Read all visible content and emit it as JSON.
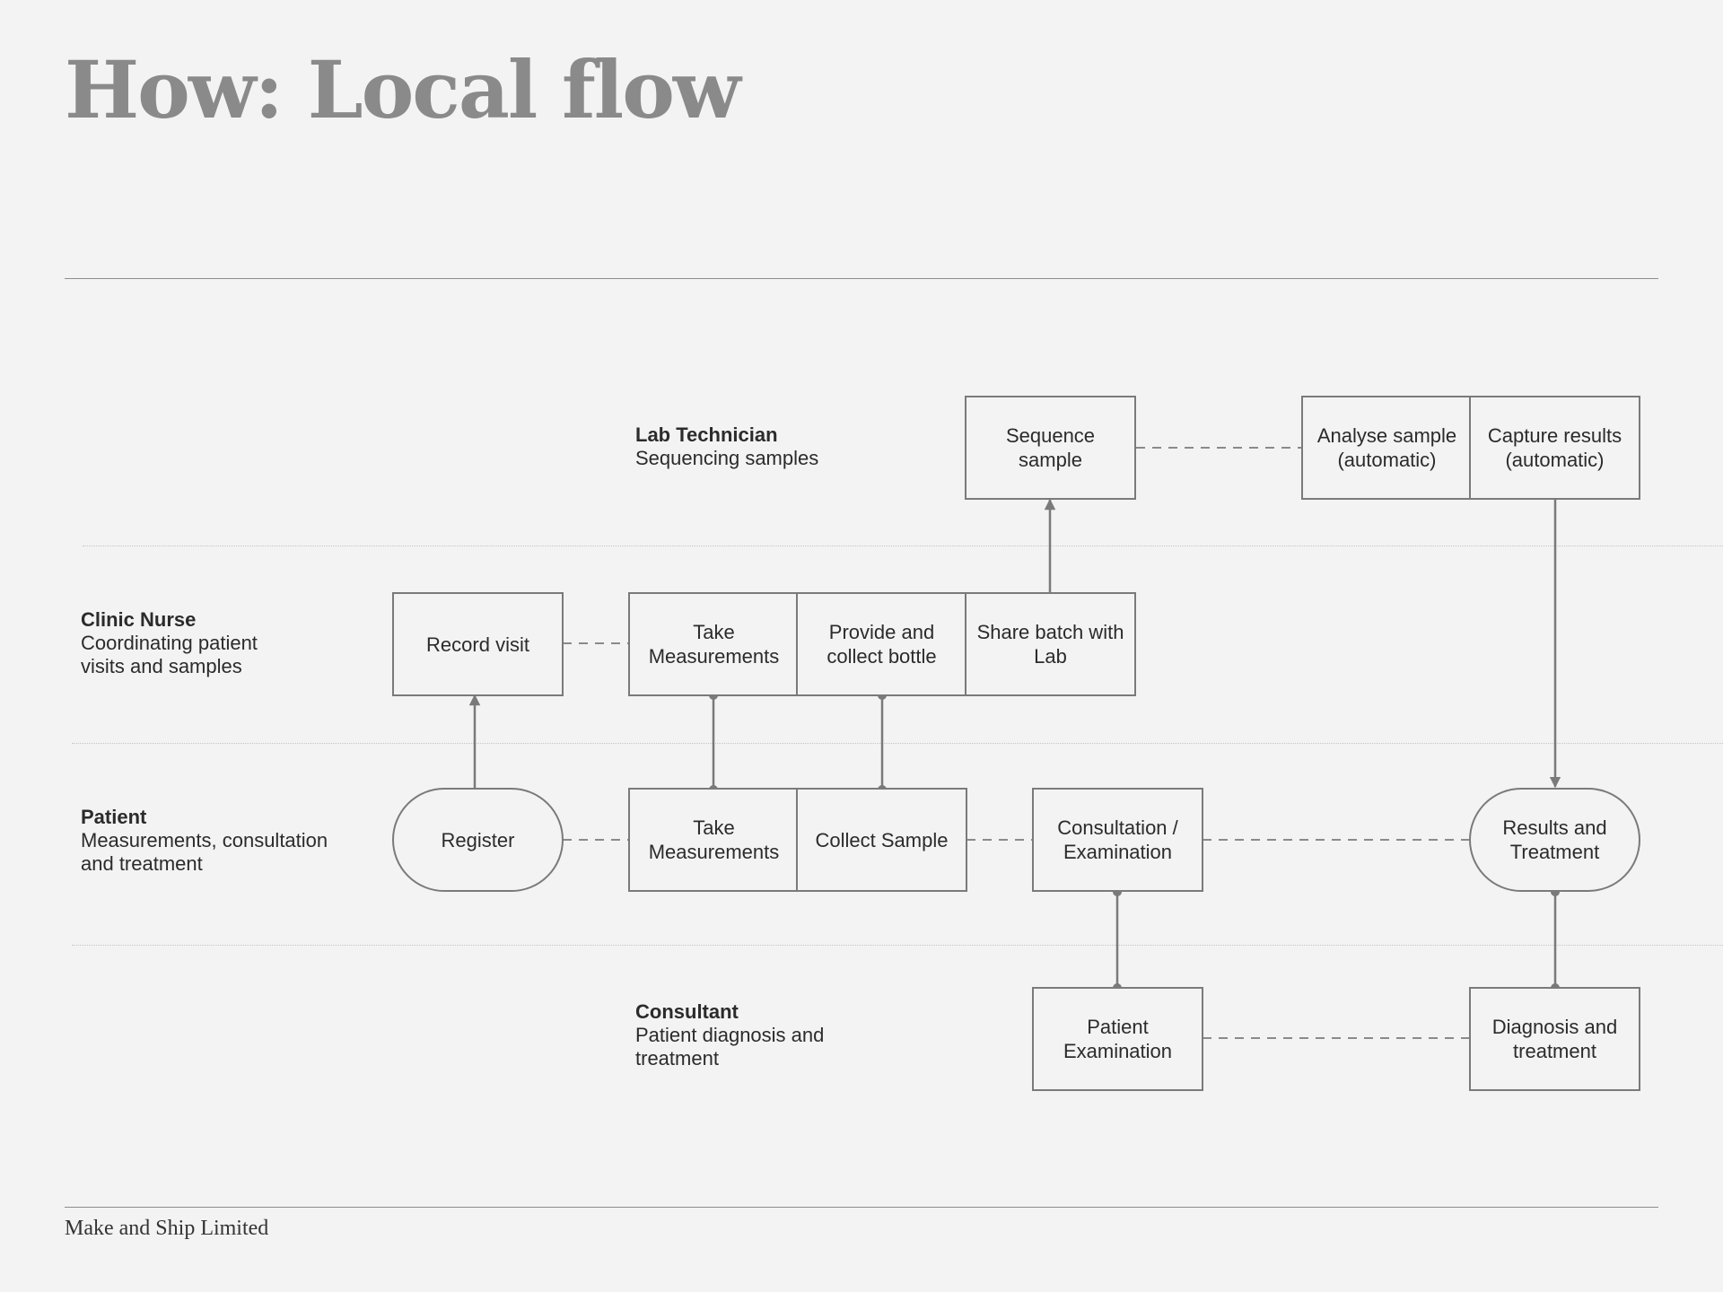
{
  "page": {
    "title": "How: Local flow",
    "footer": "Make and Ship Limited"
  },
  "roles": [
    {
      "name": "Lab Technician",
      "description": "Sequencing samples"
    },
    {
      "name": "Clinic Nurse",
      "description": "Coordinating patient visits and samples"
    },
    {
      "name": "Patient",
      "description": "Measurements, consultation and treatment"
    },
    {
      "name": "Consultant",
      "description": "Patient diagnosis and treatment"
    }
  ],
  "steps": {
    "sequence_sample": "Sequence sample",
    "analyse_sample": "Analyse sample (automatic)",
    "capture_results": "Capture results (automatic)",
    "record_visit": "Record visit",
    "nurse_take_measurements": "Take Measurements",
    "provide_bottle": "Provide and collect bottle",
    "share_batch": "Share batch with Lab",
    "register": "Register",
    "patient_take_measurements": "Take Measurements",
    "collect_sample": "Collect Sample",
    "consultation": "Consultation / Examination",
    "results_treatment": "Results and Treatment",
    "patient_examination": "Patient Examination",
    "diagnosis_treatment": "Diagnosis and treatment"
  },
  "colors": {
    "background": "#f3f3f3",
    "stroke": "#7a7a7a",
    "title": "#8a8a8a",
    "divider": "#c4c4c4"
  }
}
